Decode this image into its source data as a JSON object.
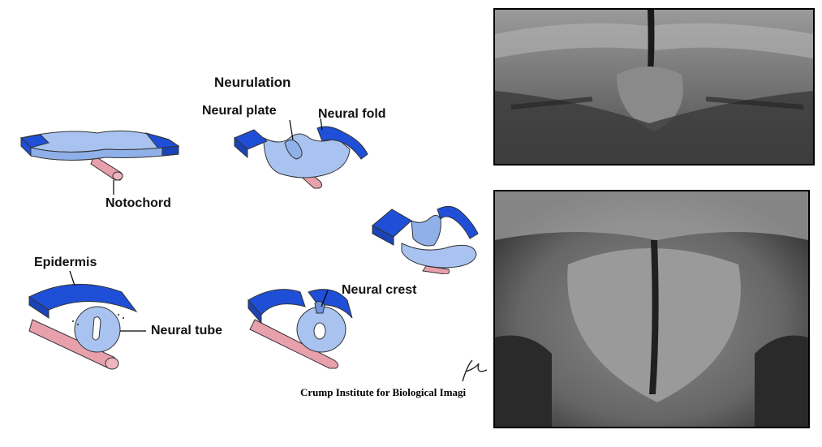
{
  "diagram": {
    "title": "Neurulation",
    "labels": {
      "notochord": "Notochord",
      "neural_plate": "Neural plate",
      "neural_fold": "Neural fold",
      "epidermis": "Epidermis",
      "neural_tube": "Neural tube",
      "neural_crest": "Neural crest"
    },
    "credit": "Crump Institute for Biological Imagi"
  },
  "colors": {
    "epidermis_blue": "#1f4fd6",
    "plate_light_blue": "#a9c3f0",
    "notochord_pink": "#e8a0ac",
    "leader_line": "#000000"
  }
}
